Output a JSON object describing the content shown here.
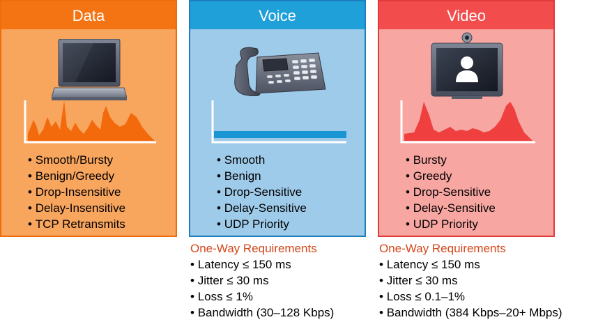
{
  "cards": [
    {
      "title": "Data",
      "icon": "laptop-icon",
      "graph": "bursty-traffic-graph",
      "color": "#f47413",
      "traits": [
        "Smooth/Bursty",
        "Benign/Greedy",
        "Drop-Insensitive",
        "Delay-Insensitive",
        "TCP Retransmits"
      ]
    },
    {
      "title": "Voice",
      "icon": "desk-phone-icon",
      "graph": "smooth-traffic-graph",
      "color": "#20a0d8",
      "traits": [
        "Smooth",
        "Benign",
        "Drop-Sensitive",
        "Delay-Sensitive",
        "UDP Priority"
      ]
    },
    {
      "title": "Video",
      "icon": "video-endpoint-icon",
      "graph": "bursty-traffic-graph",
      "color": "#f24c4c",
      "traits": [
        "Bursty",
        "Greedy",
        "Drop-Sensitive",
        "Delay-Sensitive",
        "UDP Priority"
      ]
    }
  ],
  "requirements": [
    {
      "title": "One-Way Requirements",
      "items": [
        "Latency ≤ 150 ms",
        "Jitter ≤ 30 ms",
        "Loss ≤ 1%",
        "Bandwidth (30–128 Kbps)"
      ]
    },
    {
      "title": "One-Way Requirements",
      "items": [
        "Latency ≤ 150 ms",
        "Jitter ≤ 30 ms",
        "Loss ≤ 0.1–1%",
        "Bandwidth (384 Kbps–20+ Mbps)"
      ]
    }
  ],
  "colors": {
    "requirements_title": "#d4471b"
  }
}
